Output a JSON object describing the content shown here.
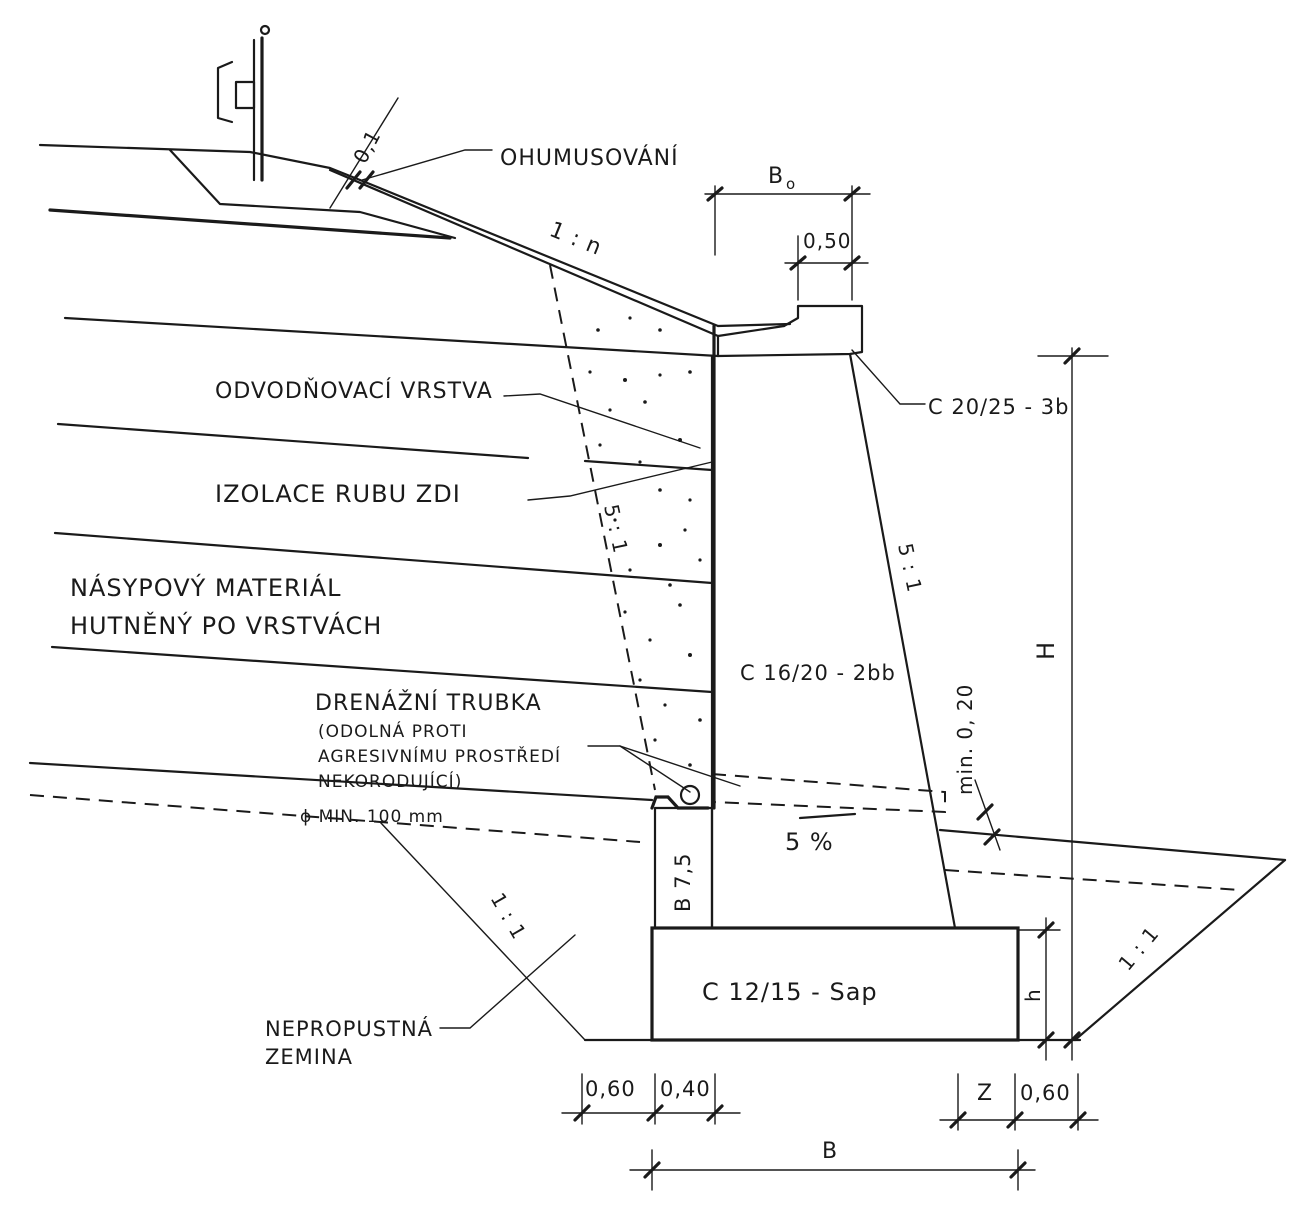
{
  "labels": {
    "ohumusovani": "OHUMUSOVÁNÍ",
    "thickness_01": "0,1",
    "slope_1n": "1 : n",
    "b0": "B",
    "b0_sub": "o",
    "d050": "0,50",
    "c2025": "C 20/25 - 3b",
    "odvodnovaci": "ODVODŇOVACÍ VRSTVA",
    "izolace": "IZOLACE  RUBU  ZDI",
    "slope_51_left": "5 : 1",
    "slope_51_right": "5 : 1",
    "nasypovy1": "NÁSYPOVÝ  MATERIÁL",
    "nasypovy2": "HUTNĚNÝ  PO  VRSTVÁCH",
    "c1620": "C 16/20 - 2bb",
    "drenazni": "DRENÁŽNÍ TRUBKA",
    "odolna1": "(ODOLNÁ PROTI",
    "odolna2": "AGRESIVNÍMU PROSTŘEDÍ",
    "nekorodujici": "NEKORODUJÍCÍ)",
    "phi_min": "ϕ MIN.  100 mm",
    "min020": "min. 0, 20",
    "h_big": "H",
    "percent": "5 %",
    "b75": "B 7,5",
    "slope_11_left": "1 : 1",
    "slope_11_right": "1 : 1",
    "c1215": "C 12/15 - Sap",
    "h_small": "h",
    "nepropustna1": "NEPROPUSTNÁ",
    "nepropustna2": "ZEMINA",
    "d060_left": "0,60",
    "d040": "0,40",
    "z": "Z",
    "d060_right": "0,60",
    "b_total": "B"
  }
}
